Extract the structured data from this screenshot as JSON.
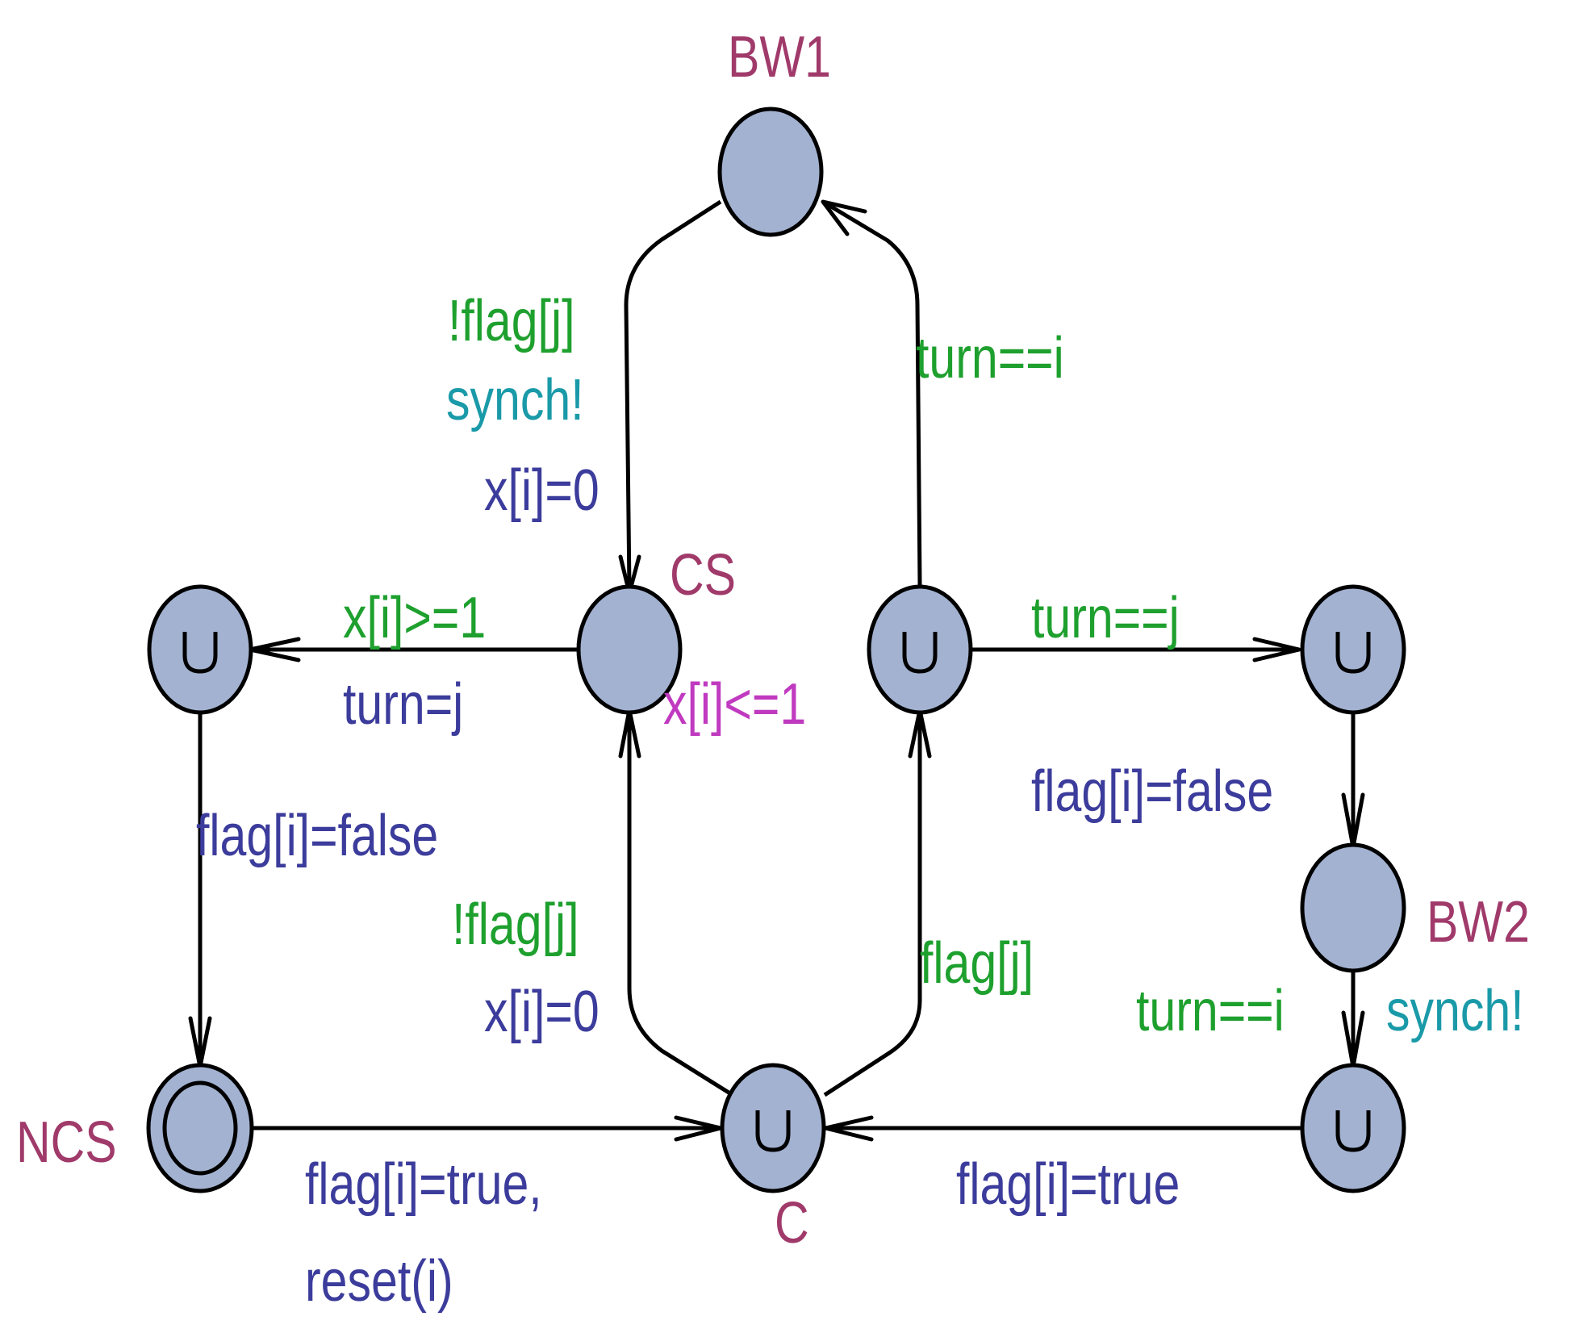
{
  "colors": {
    "node_fill": "#a3b2d1",
    "location_name": "#a03a6a",
    "guard": "#1ea02e",
    "sync": "#1a9aa8",
    "update": "#3c3c9c",
    "invariant": "#c03ac0"
  },
  "locations": {
    "bw1": "BW1",
    "cs": "CS",
    "ncs": "NCS",
    "c": "C",
    "bw2": "BW2"
  },
  "invariants": {
    "cs": "x[i]<=1"
  },
  "edges": {
    "bw1_to_cs": {
      "guard": "!flag[j]",
      "sync": "synch!",
      "update": "x[i]=0"
    },
    "cs_to_left": {
      "guard": "x[i]>=1",
      "update": "turn=j"
    },
    "left_to_ncs": {
      "update": "flag[i]=false"
    },
    "ncs_to_c": {
      "update_line1": "flag[i]=true,",
      "update_line2": "reset(i)"
    },
    "c_to_cs": {
      "guard": "!flag[j]",
      "update": "x[i]=0"
    },
    "c_to_mid": {
      "guard": "flag[j]"
    },
    "mid_to_bw1": {
      "guard": "turn==i"
    },
    "mid_to_right": {
      "guard": "turn==j"
    },
    "right_to_bw2": {
      "update": "flag[i]=false"
    },
    "bw2_to_bottom": {
      "guard": "turn==i",
      "sync": "synch!"
    },
    "bottom_to_c": {
      "update": "flag[i]=true"
    }
  }
}
